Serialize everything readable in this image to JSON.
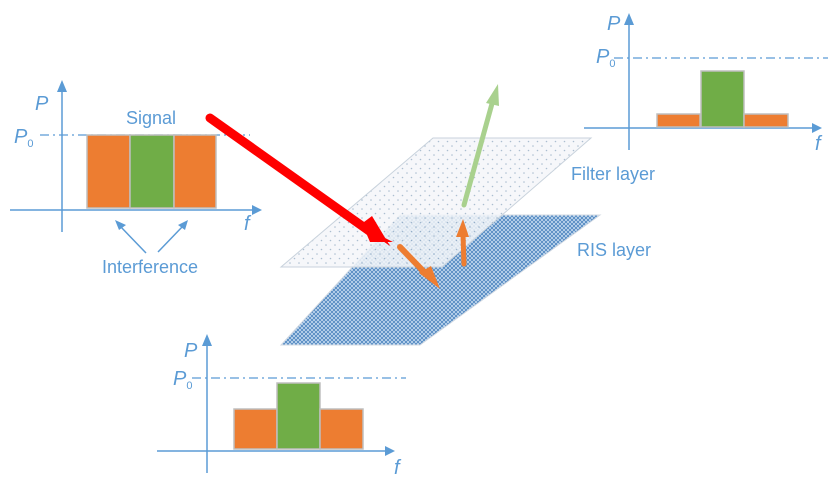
{
  "labels": {
    "signal": "Signal",
    "interference": "Interference",
    "filter_layer": "Filter layer",
    "ris_layer": "RIS layer"
  },
  "axes": {
    "p": "P",
    "f": "f",
    "p0_main": "P",
    "p0_sub": "0"
  },
  "colors": {
    "axis": "#5b9bd5",
    "text": "#5b9bd5",
    "orange": "#ed7d31",
    "green": "#70ad47",
    "red_arrow": "#ff0000",
    "light_green_arrow": "#a9d18e",
    "filter_fill": "#f2f5f8",
    "ris_fill": "#9dc3e6",
    "bar_edge": "#bfbfbf"
  },
  "spectra": {
    "incoming": {
      "bars": [
        {
          "kind": "interference",
          "level": 1.0
        },
        {
          "kind": "signal",
          "level": 1.0
        },
        {
          "kind": "interference",
          "level": 1.0
        }
      ]
    },
    "filtered": {
      "bars": [
        {
          "kind": "interference",
          "level": 0.25
        },
        {
          "kind": "signal",
          "level": 0.85
        },
        {
          "kind": "interference",
          "level": 0.25
        }
      ]
    },
    "reflected": {
      "bars": [
        {
          "kind": "interference",
          "level": 0.6
        },
        {
          "kind": "signal",
          "level": 0.95
        },
        {
          "kind": "interference",
          "level": 0.6
        }
      ]
    }
  }
}
